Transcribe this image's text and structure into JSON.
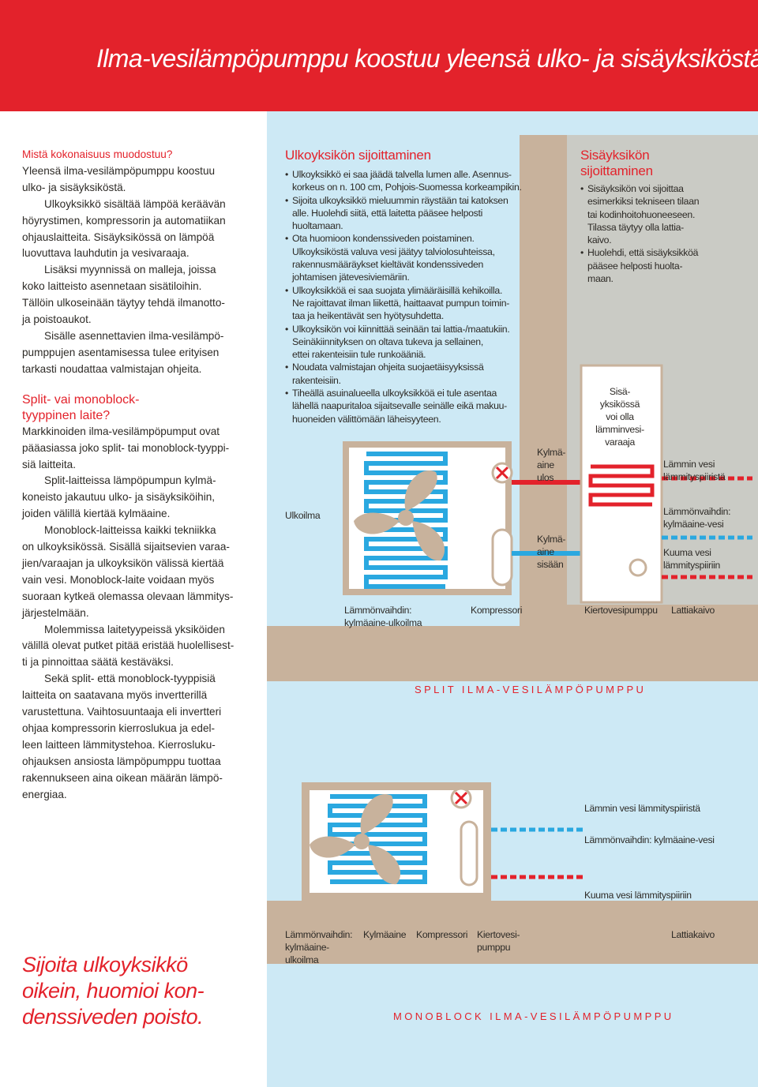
{
  "page_title": "Ilma-vesilämpöpumppu koostuu yleensä ulko- ja sisäyksiköstä.",
  "intro": {
    "heading": "Mistä kokonaisuus muodostuu?",
    "lines": [
      "Yleensä ilma-vesilämpöpumppu koostuu",
      "ulko- ja sisäyksiköstä.",
      "Ulkoyksikkö sisältää lämpöä keräävän",
      "höyrystimen, kompressorin ja automatiikan",
      "ohjauslaitteita. Sisäyksikössä on lämpöä",
      "luovuttava lauhdutin ja vesivaraaja.",
      "Lisäksi myynnissä on malleja, joissa",
      "koko laitteisto asennetaan sisätiloihin.",
      "Tällöin ulkoseinään täytyy tehdä ilmanotto-",
      "ja poistoaukot.",
      "Sisälle asennettavien ilma-vesilämpö-",
      "pumppujen asentamisessa tulee erityisen",
      "tarkasti noudattaa valmistajan ohjeita."
    ]
  },
  "split_section": {
    "heading_1": "Split- vai monoblock-",
    "heading_2": "tyyppinen laite?",
    "lines": [
      "Markkinoiden ilma-vesilämpöpumput ovat",
      "pääasiassa joko split- tai monoblock-tyyppi-",
      "siä laitteita.",
      "Split-laitteissa lämpöpumpun kylmä-",
      "koneisto jakautuu ulko- ja sisäyksiköihin,",
      "joiden välillä kiertää kylmäaine.",
      "Monoblock-laitteissa kaikki tekniikka",
      "on ulkoyksikössä. Sisällä sijaitsevien varaa-",
      "jien/varaajan ja ulkoyksikön välissä kiertää",
      "vain vesi. Monoblock-laite voidaan myös",
      "suoraan kytkeä olemassa olevaan lämmitys-",
      "järjestelmään.",
      "Molemmissa laitetyypeissä yksiköiden",
      "välillä olevat putket pitää eristää huolellisest-",
      "ti ja pinnoittaa säätä kestäväksi.",
      "Sekä split- että monoblock-tyyppisiä",
      "laitteita on saatavana myös invertterillä",
      "varustettuna. Vaihtosuuntaaja eli invertteri",
      "ohjaa kompressorin kierroslukua ja edel-",
      "leen laitteen lämmitystehoa. Kierrosluku-",
      "ohjauksen ansiosta lämpöpumppu tuottaa",
      "rakennukseen aina oikean määrän lämpö-",
      "energiaa."
    ]
  },
  "quote": [
    "Sijoita ulkoyksikkö",
    "oikein, huomioi kon-",
    "denssiveden poisto."
  ],
  "outdoor_placement": {
    "heading": "Ulkoyksikön sijoittaminen",
    "items": [
      [
        "Ulkoyksikkö ei saa jäädä talvella lumen alle. Asennus-",
        "korkeus on n. 100 cm, Pohjois-Suomessa korkeampikin."
      ],
      [
        "Sijoita ulkoyksikkö mieluummin räystään tai katoksen",
        "alle. Huolehdi siitä, että laitetta pääsee helposti",
        "huoltamaan."
      ],
      [
        "Ota huomioon kondenssiveden poistaminen.",
        "Ulkoyksiköstä valuva vesi jäätyy talviolosuhteissa,",
        "rakennusmääräykset kieltävät kondenssiveden",
        "johtamisen jätevesiviemäriin."
      ],
      [
        "Ulkoyksikköä ei saa suojata ylimääräisillä kehikoilla.",
        "Ne rajoittavat ilman liikettä, haittaavat pumpun toimin-",
        "taa ja heikentävät sen hyötysuhdetta."
      ],
      [
        "Ulkoyksikön voi kiinnittää seinään tai lattia-/maatukiin.",
        "Seinäkiinnityksen on oltava tukeva ja sellainen,",
        "ettei rakenteisiin tule runkoääniä."
      ],
      [
        "Noudata valmistajan ohjeita suojaetäisyyksissä",
        "rakenteisiin."
      ],
      [
        "Tiheällä asuinalueella ulkoyksikköä ei tule asentaa",
        "lähellä naapuritaloa sijaitsevalle seinälle eikä makuu-",
        "huoneiden välittömään läheisyyteen."
      ]
    ]
  },
  "indoor_placement": {
    "heading_1": "Sisäyksikön",
    "heading_2": "sijoittaminen",
    "items": [
      [
        "Sisäyksikön voi sijoittaa",
        "esimerkiksi tekniseen tilaan",
        "tai kodinhoitohuoneeseen.",
        "Tilassa täytyy olla lattia-",
        "kaivo."
      ],
      [
        "Huolehdi, että sisäyksikköä",
        "pääsee helposti huolta-",
        "maan."
      ]
    ]
  },
  "split_diagram": {
    "title": "SPLIT ILMA-VESILÄMPÖPUMPPU",
    "outdoor_air": "Ulkoilma",
    "heat_exchanger_1": "Lämmönvaihdin:",
    "heat_exchanger_2": "kylmäaine-ulkoilma",
    "compressor": "Kompressori",
    "refrigerant_out_1": "Kylmä-",
    "refrigerant_out_2": "aine",
    "refrigerant_out_3": "ulos",
    "refrigerant_in_1": "Kylmä-",
    "refrigerant_in_2": "aine",
    "refrigerant_in_3": "sisään",
    "indoor_tank": [
      "Sisä-",
      "yksikössä",
      "voi olla",
      "lämminvesi-",
      "varaaja"
    ],
    "warm_water_1": "Lämmin vesi",
    "warm_water_2": "lämmityspiiristä",
    "hx_water_1": "Lämmönvaihdin:",
    "hx_water_2": "kylmäaine-vesi",
    "hot_water_1": "Kuuma vesi",
    "hot_water_2": "lämmityspiiriin",
    "circulation_pump": "Kiertovesipumppu",
    "floor_drain": "Lattiakaivo"
  },
  "monoblock_diagram": {
    "title": "MONOBLOCK ILMA-VESILÄMPÖPUMPPU",
    "warm_water": "Lämmin vesi lämmityspiiristä",
    "hx_water": "Lämmönvaihdin: kylmäaine-vesi",
    "hot_water": "Kuuma vesi lämmityspiiriin",
    "hx_air_1": "Lämmönvaihdin:",
    "hx_air_2": "kylmäaine-",
    "hx_air_3": "ulkoilma",
    "refrigerant": "Kylmäaine",
    "compressor": "Kompressori",
    "pump_1": "Kiertovesi-",
    "pump_2": "pumppu",
    "floor_drain": "Lattiakaivo"
  },
  "colors": {
    "brand_red": "#e3222b",
    "sky_blue": "#cde9f5",
    "wall_tan": "#c8b29c",
    "water_blue": "#2aa8e0"
  }
}
